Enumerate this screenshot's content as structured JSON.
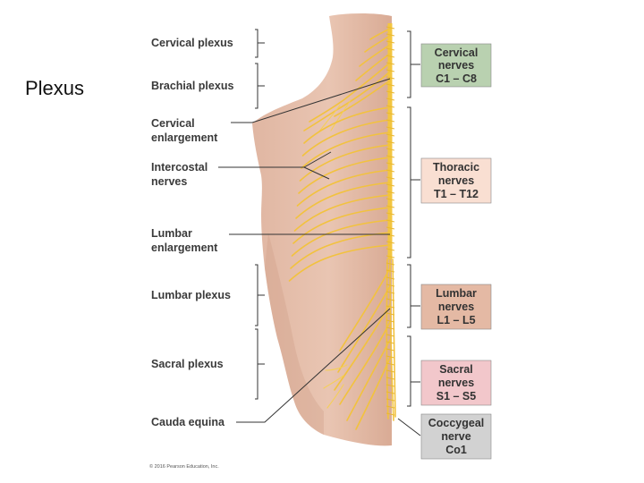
{
  "slide": {
    "title": "Plexus"
  },
  "left_labels": [
    {
      "text": "Cervical plexus",
      "sub": ""
    },
    {
      "text": "Brachial plexus",
      "sub": ""
    },
    {
      "text": "Cervical",
      "sub": "enlargement"
    },
    {
      "text": "Intercostal",
      "sub": "nerves"
    },
    {
      "text": "Lumbar",
      "sub": "enlargement"
    },
    {
      "text": "Lumbar plexus",
      "sub": ""
    },
    {
      "text": "Sacral plexus",
      "sub": ""
    },
    {
      "text": "Cauda equina",
      "sub": ""
    }
  ],
  "right_boxes": [
    {
      "line1": "Cervical",
      "line2": "nerves",
      "line3": "C1 – C8",
      "color": "#b9d1b0"
    },
    {
      "line1": "Thoracic",
      "line2": "nerves",
      "line3": "T1 – T12",
      "color": "#f9dfd2"
    },
    {
      "line1": "Lumbar",
      "line2": "nerves",
      "line3": "L1 – L5",
      "color": "#e4b9a4"
    },
    {
      "line1": "Sacral",
      "line2": "nerves",
      "line3": "S1 – S5",
      "color": "#f2c7cb"
    },
    {
      "line1": "Coccygeal",
      "line2": "nerve",
      "line3": "Co1",
      "color": "#d2d2d2"
    }
  ],
  "credit": "© 2016 Pearson Education, Inc."
}
